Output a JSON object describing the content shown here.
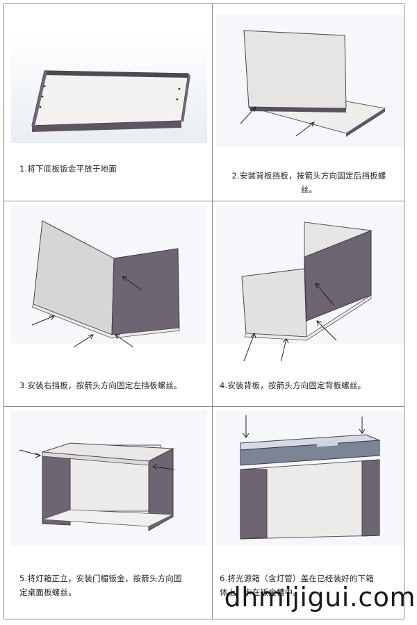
{
  "steps": [
    {
      "number": 1,
      "caption": "1.将下底板钣金平放于地面"
    },
    {
      "number": 2,
      "caption_line1": "2.安装背板挡板，按箭头方向固定后挡板螺",
      "caption_line2": "丝。"
    },
    {
      "number": 3,
      "caption": "3.安装右挡板，按箭头方向固定左挡板螺丝。"
    },
    {
      "number": 4,
      "caption": "4.安装背板，按箭头方向固定背板螺丝。"
    },
    {
      "number": 5,
      "caption_line1": "5.将灯箱正立，安装门楣钣金，按箭头方向固",
      "caption_line2": "定桌面板螺丝。"
    },
    {
      "number": 6,
      "caption_line1": "6.将光源箱（含灯管）盖在已经装好的下箱",
      "caption_line2": "体上，卡在钣金槽中。"
    }
  ],
  "watermark": "dhmijigui.com",
  "colors": {
    "panel_light": "#ecebea",
    "panel_dark": "#6b6370",
    "frame": "#56505a",
    "scene_bg": "#f4f6fa",
    "border": "#8a8a8a"
  }
}
